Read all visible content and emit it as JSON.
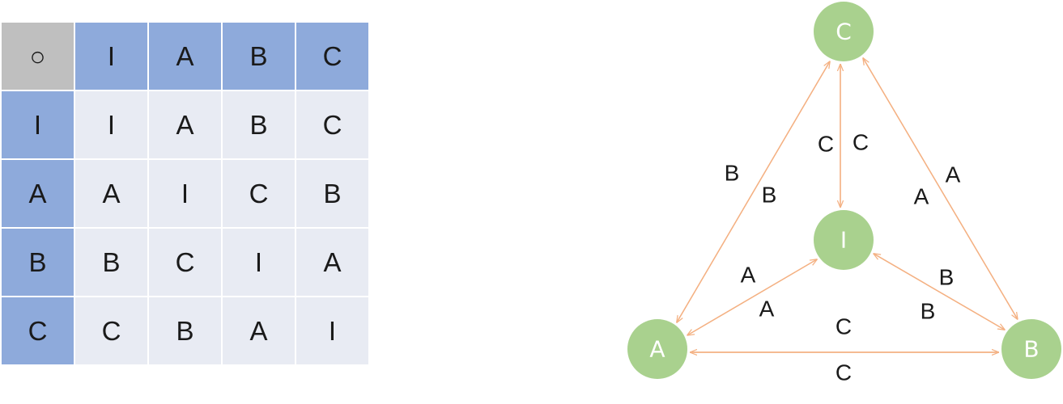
{
  "table": {
    "operator": "○",
    "column_headers": [
      "I",
      "A",
      "B",
      "C"
    ],
    "rows": [
      {
        "label": "I",
        "cells": [
          "I",
          "A",
          "B",
          "C"
        ]
      },
      {
        "label": "A",
        "cells": [
          "A",
          "I",
          "C",
          "B"
        ]
      },
      {
        "label": "B",
        "cells": [
          "B",
          "C",
          "I",
          "A"
        ]
      },
      {
        "label": "C",
        "cells": [
          "C",
          "B",
          "A",
          "I"
        ]
      }
    ]
  },
  "graph": {
    "nodes": [
      "I",
      "A",
      "B",
      "C"
    ],
    "edges": [
      {
        "from": "C",
        "to": "I",
        "label": "C"
      },
      {
        "from": "I",
        "to": "C",
        "label": "C"
      },
      {
        "from": "C",
        "to": "A",
        "label": "B"
      },
      {
        "from": "A",
        "to": "C",
        "label": "B"
      },
      {
        "from": "C",
        "to": "B",
        "label": "A"
      },
      {
        "from": "B",
        "to": "C",
        "label": "A"
      },
      {
        "from": "A",
        "to": "I",
        "label": "A"
      },
      {
        "from": "I",
        "to": "A",
        "label": "A"
      },
      {
        "from": "B",
        "to": "I",
        "label": "B"
      },
      {
        "from": "I",
        "to": "B",
        "label": "B"
      },
      {
        "from": "A",
        "to": "B",
        "label": "C"
      },
      {
        "from": "B",
        "to": "A",
        "label": "C"
      }
    ]
  },
  "colors": {
    "node_fill": "#a9d18e",
    "edge_stroke": "#f4b183",
    "header_fill": "#8eaadb",
    "cell_fill": "#e8ebf3",
    "corner_fill": "#bfbfbf"
  }
}
